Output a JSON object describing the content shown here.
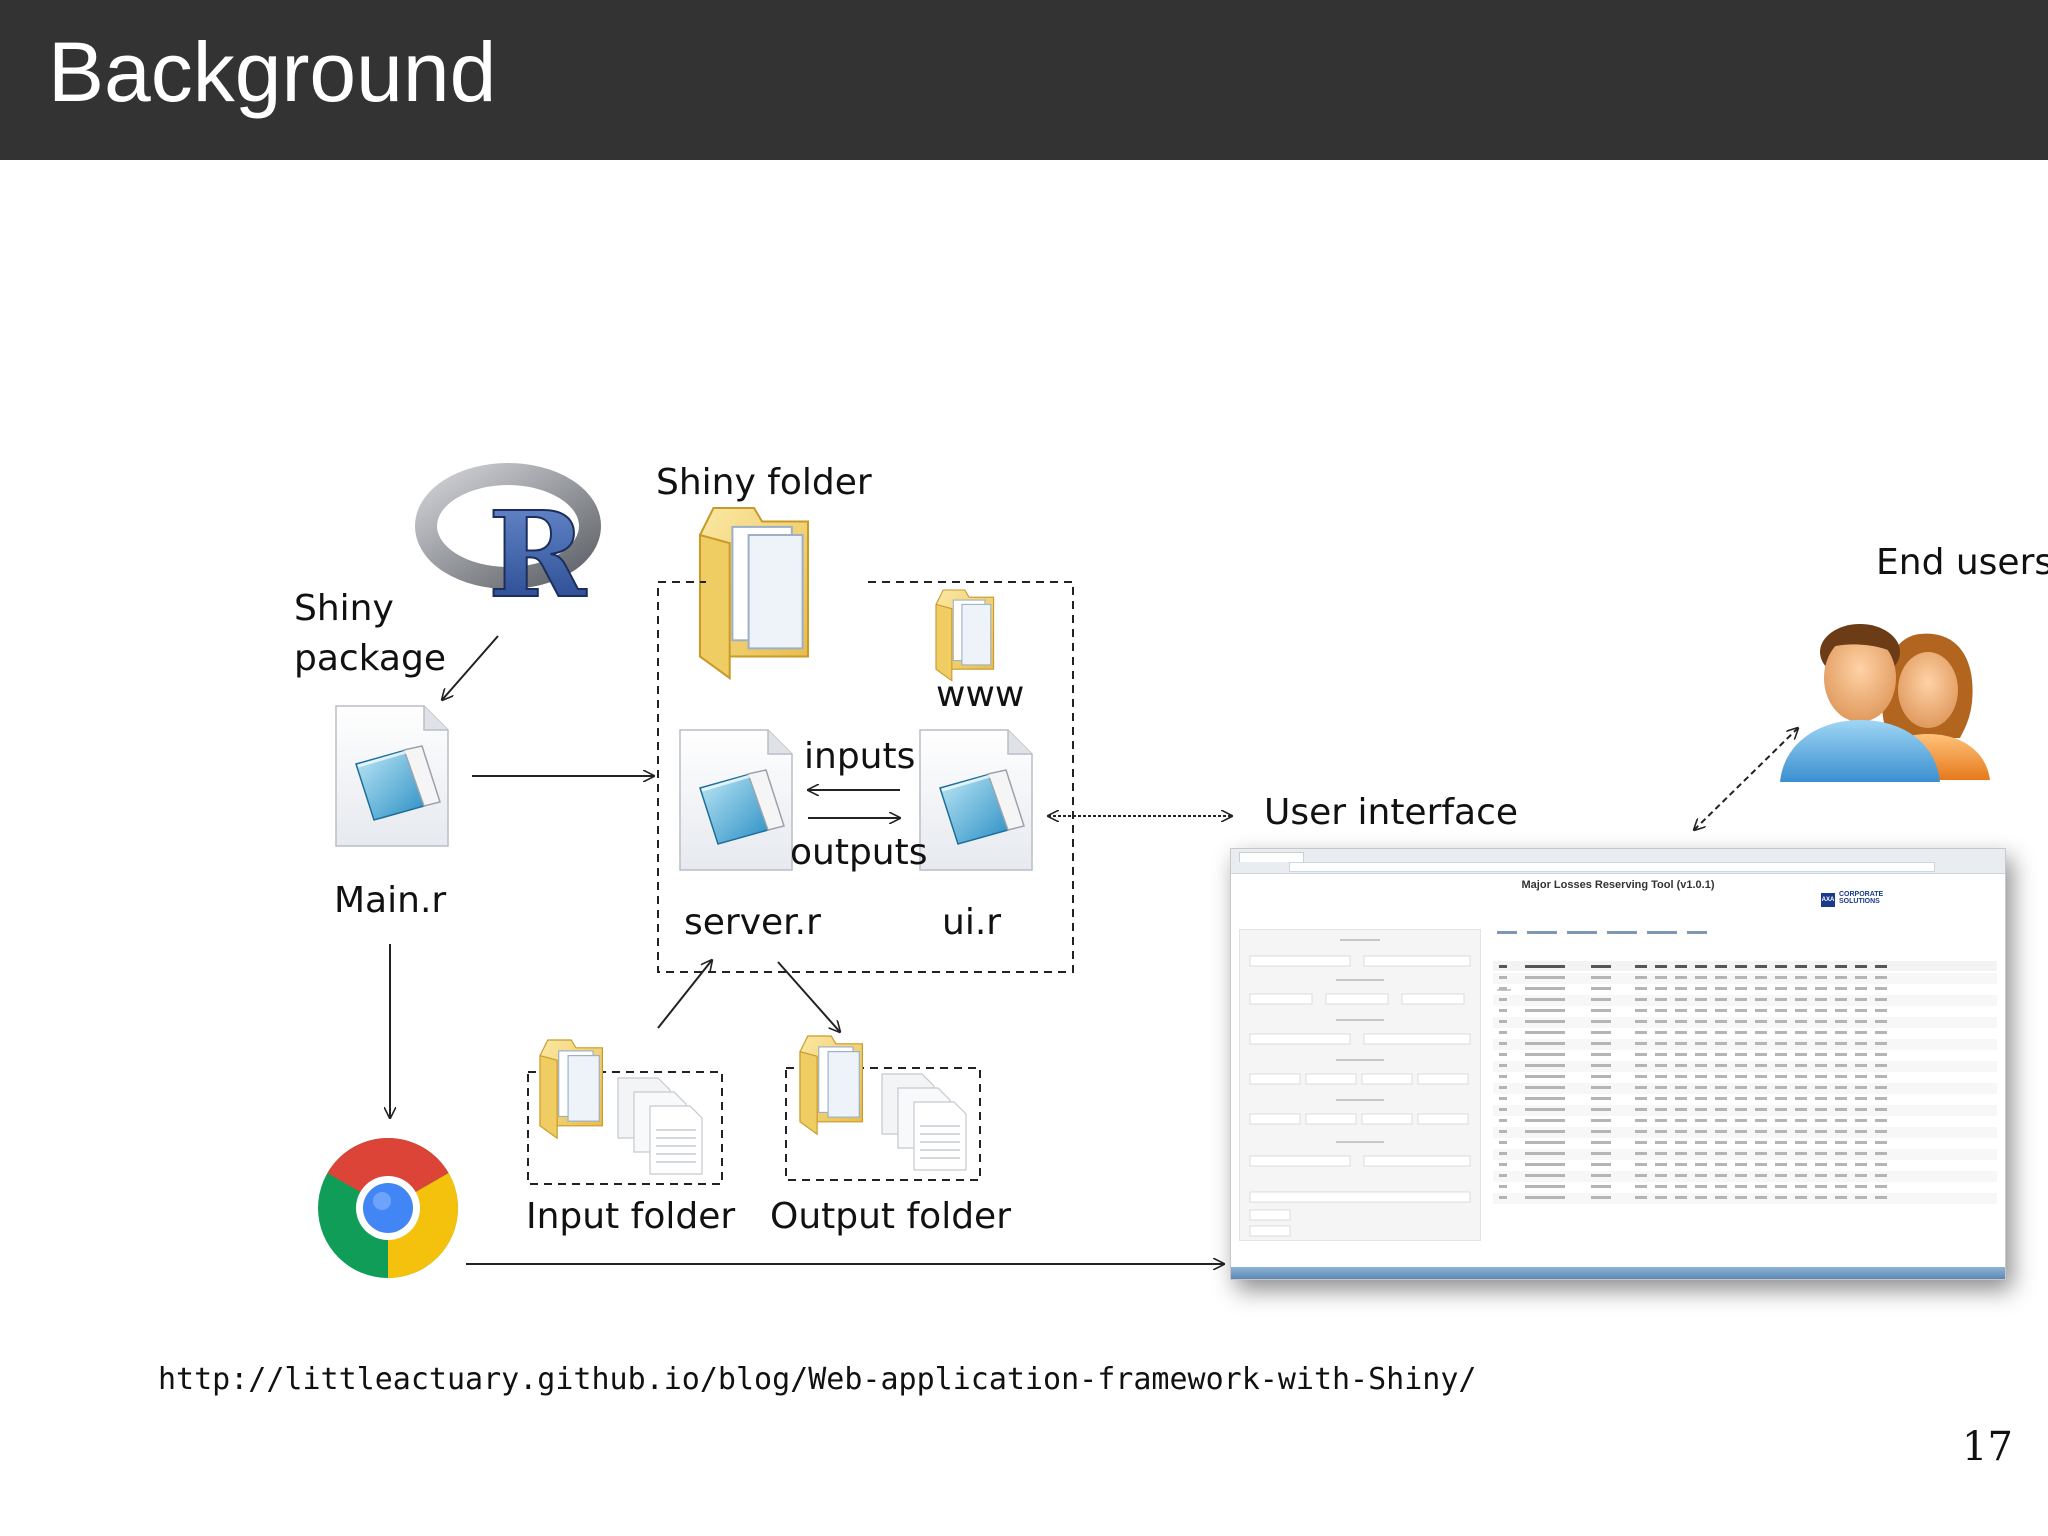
{
  "header": {
    "title": "Background"
  },
  "diagram": {
    "labels": {
      "shiny_folder": "Shiny folder",
      "shiny_package": "Shiny\npackage",
      "www": "www",
      "inputs": "inputs",
      "outputs": "outputs",
      "main_r": "Main.r",
      "server_r": "server.r",
      "ui_r": "ui.r",
      "input_folder": "Input folder",
      "output_folder": "Output folder",
      "user_interface": "User interface",
      "end_users": "End users"
    },
    "icons": {
      "r_logo": "r-logo-icon",
      "folder": "folder-icon",
      "script_file": "notepad-file-icon",
      "browser": "chrome-icon",
      "users": "users-icon",
      "documents": "document-stack-icon"
    },
    "app_screenshot": {
      "title": "Major Losses Reserving Tool (v1.0.1)",
      "logo_text": "CORPORATE SOLUTIONS"
    }
  },
  "footer": {
    "url": "http://littleactuary.github.io/blog/Web-application-framework-with-Shiny/",
    "page_number": "17"
  },
  "colors": {
    "header_bg": "#333333",
    "header_text": "#ffffff",
    "folder_yellow": "#f3d77a",
    "file_blue": "#4aa8d8",
    "chrome_red": "#db4437",
    "chrome_yellow": "#f4c20d",
    "chrome_green": "#0f9d58",
    "chrome_blue": "#4285f4"
  }
}
